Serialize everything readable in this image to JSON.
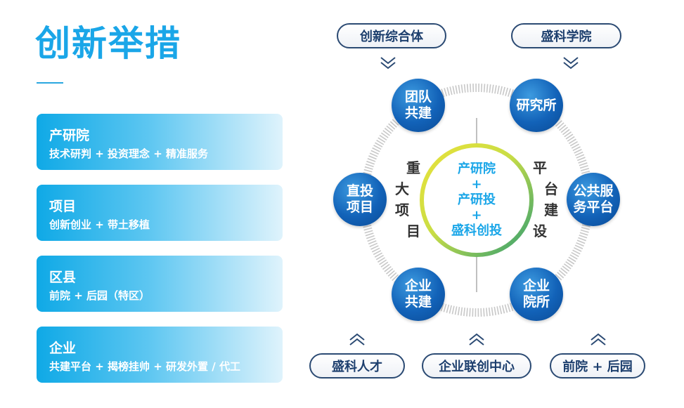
{
  "title": "创新举措",
  "cards": [
    {
      "heading": "产研院",
      "sub": "技术研判 + 投资理念 + 精准服务"
    },
    {
      "heading": "项目",
      "sub": "创新创业 + 带土移植"
    },
    {
      "heading": "区县",
      "sub": "前院 + 后园（特区）"
    },
    {
      "heading": "企业",
      "sub": "共建平台 + 揭榜挂帅 + 研发外置 / 代工"
    }
  ],
  "top_pills": [
    "创新综合体",
    "盛科学院"
  ],
  "bottom_pills": [
    "盛科人才",
    "企业联创中心",
    "前院 + 后园"
  ],
  "nodes": {
    "team": [
      "团队",
      "共建"
    ],
    "institute": [
      "研究所"
    ],
    "direct": [
      "直投",
      "项目"
    ],
    "public": [
      "公共服",
      "务平台"
    ],
    "enterprise": [
      "企业",
      "共建"
    ],
    "ent_institute": [
      "企业",
      "院所"
    ]
  },
  "left_vertical": [
    "重",
    "大",
    "项",
    "目"
  ],
  "right_vertical": [
    "平",
    "台",
    "建",
    "设"
  ],
  "center": [
    "产研院",
    "+",
    "产研投",
    "+",
    "盛科创投"
  ],
  "colors": {
    "accent": "#1aa6e8",
    "node": "#1262b8",
    "pill_border": "#2b4a73"
  }
}
